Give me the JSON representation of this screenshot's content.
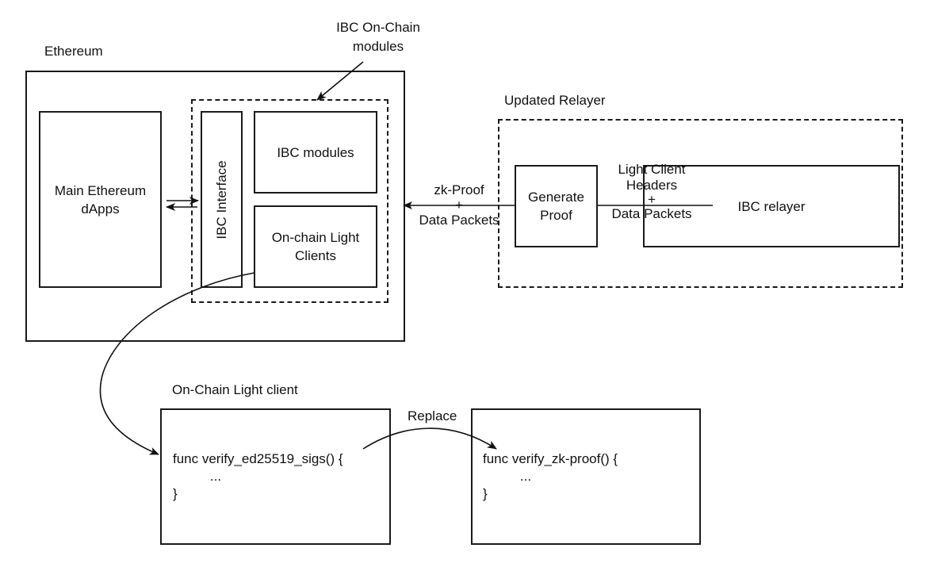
{
  "ethereum": {
    "title": "Ethereum",
    "dapps": [
      "Main Ethereum",
      "dApps"
    ],
    "ibc_onchain_label": [
      "IBC On-Chain",
      "modules"
    ],
    "ibc_interface": "IBC Interface",
    "ibc_modules": "IBC modules",
    "light_clients": [
      "On-chain Light",
      "Clients"
    ]
  },
  "relayer": {
    "title": "Updated Relayer",
    "generate_proof": [
      "Generate",
      "Proof"
    ],
    "ibc_relayer": "IBC relayer",
    "link_label": [
      "Light Client",
      "Headers",
      "+",
      "Data Packets"
    ]
  },
  "zk_link_label": [
    "zk-Proof",
    "+",
    "Data Packets"
  ],
  "light_client": {
    "title": "On-Chain Light client",
    "old_code": [
      "func verify_ed25519_sigs() {",
      "    ...",
      "}"
    ],
    "replace_label": "Replace",
    "new_code": [
      "func verify_zk-proof() {",
      "    ...",
      "}"
    ]
  }
}
